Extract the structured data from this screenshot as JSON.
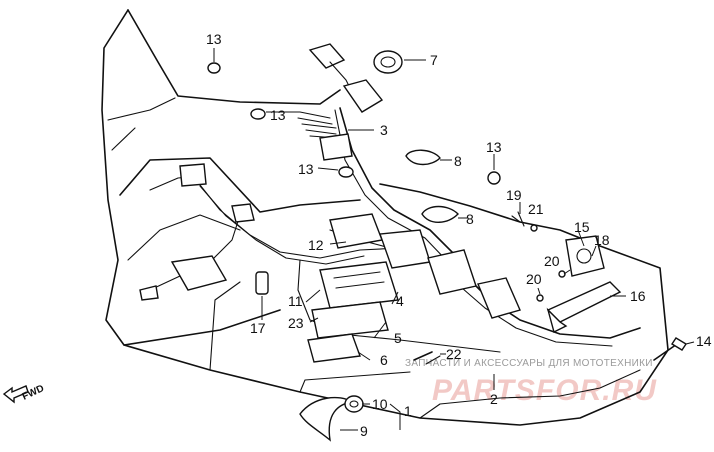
{
  "diagram": {
    "callouts": [
      {
        "id": "c-13a",
        "label": "13"
      },
      {
        "id": "c-7",
        "label": "7"
      },
      {
        "id": "c-13b",
        "label": "13"
      },
      {
        "id": "c-3",
        "label": "3"
      },
      {
        "id": "c-13c",
        "label": "13"
      },
      {
        "id": "c-8a",
        "label": "8"
      },
      {
        "id": "c-13d",
        "label": "13"
      },
      {
        "id": "c-19",
        "label": "19"
      },
      {
        "id": "c-21",
        "label": "21"
      },
      {
        "id": "c-8b",
        "label": "8"
      },
      {
        "id": "c-15",
        "label": "15"
      },
      {
        "id": "c-18",
        "label": "18"
      },
      {
        "id": "c-12",
        "label": "12"
      },
      {
        "id": "c-20a",
        "label": "20"
      },
      {
        "id": "c-20b",
        "label": "20"
      },
      {
        "id": "c-16",
        "label": "16"
      },
      {
        "id": "c-11",
        "label": "11"
      },
      {
        "id": "c-4",
        "label": "4"
      },
      {
        "id": "c-17",
        "label": "17"
      },
      {
        "id": "c-23",
        "label": "23"
      },
      {
        "id": "c-5",
        "label": "5"
      },
      {
        "id": "c-14",
        "label": "14"
      },
      {
        "id": "c-6",
        "label": "6"
      },
      {
        "id": "c-22",
        "label": "22"
      },
      {
        "id": "c-2",
        "label": "2"
      },
      {
        "id": "c-10",
        "label": "10"
      },
      {
        "id": "c-1",
        "label": "1"
      },
      {
        "id": "c-9",
        "label": "9"
      }
    ],
    "fwd_label": "FWD",
    "watermark_text": "ЗАПЧАСТИ И АКСЕССУАРЫ ДЛЯ МОТОТЕХНИКИ",
    "watermark_logo": "PARTSFOR.RU",
    "colors": {
      "ink": "#111111",
      "logo": "#f2c9c6",
      "watermark": "#9a9a9a"
    }
  }
}
